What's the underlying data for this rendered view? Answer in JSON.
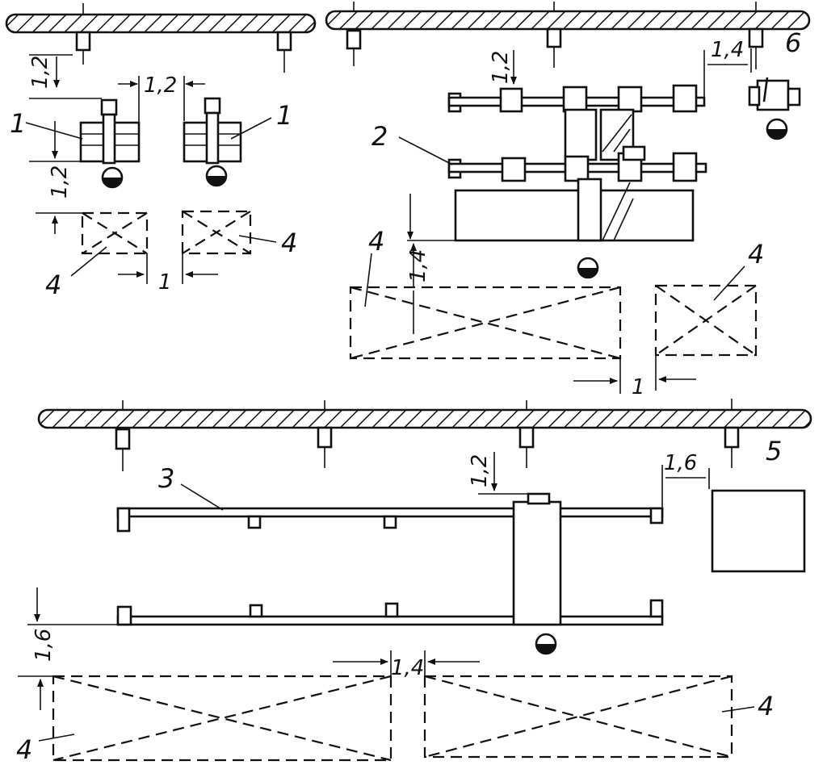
{
  "labels": {
    "l1a": "1",
    "l1b": "1",
    "l2": "2",
    "l3": "3",
    "l4a": "4",
    "l4b": "4",
    "l4c": "4",
    "l4d": "4",
    "l4e": "4",
    "l4f": "4",
    "l5": "5",
    "l6": "6"
  },
  "dims": {
    "a_top": "1,2",
    "a_gap": "1,2",
    "a_mid": "1,2",
    "a_bot": "1",
    "b_top": "1,2",
    "b_side": "1,4",
    "b_mid": "1,4",
    "b_bot": "1",
    "c_top": "1,2",
    "c_side": "1,6",
    "c_mid": "1,6",
    "c_gap": "1,4"
  }
}
